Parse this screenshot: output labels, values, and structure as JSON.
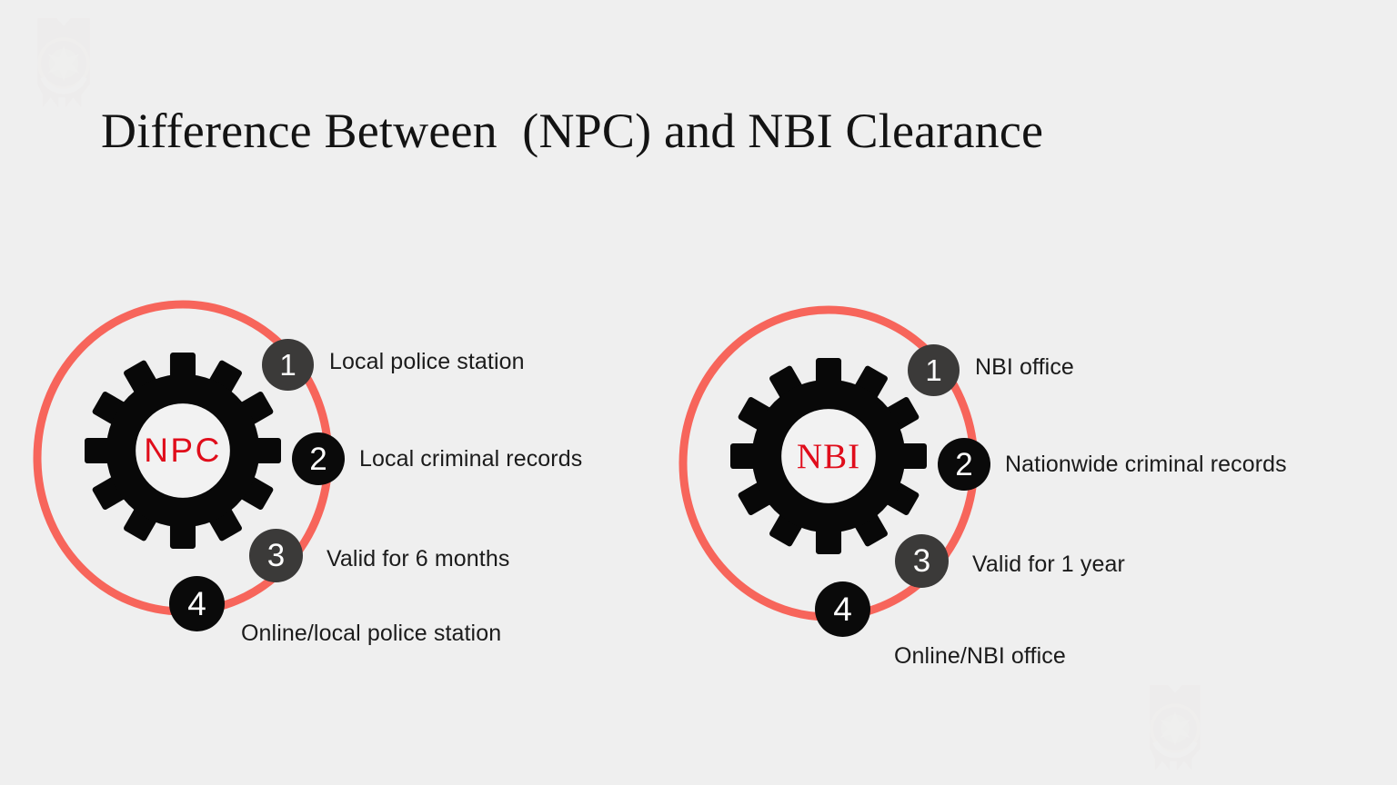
{
  "slide": {
    "title": "Difference Between  (NPC) and NBI Clearance",
    "background_color": "#efefef",
    "accent_color": "#f7655b",
    "brand_red": "#e00d1b",
    "badge_gray": "#3b3a39",
    "badge_black": "#0a0a0a",
    "text_color": "#1b1b1b"
  },
  "watermarks": {
    "top_left": "police-seal-watermark",
    "bottom_right": "police-seal-watermark"
  },
  "diagrams": [
    {
      "id": "npc",
      "center_label": "NPC",
      "center_label_color": "#e00d1b",
      "ring_color": "#f7655b",
      "icon": "gear-icon",
      "items": [
        {
          "number": "1",
          "label": "Local police station",
          "badge_color": "#3b3a39"
        },
        {
          "number": "2",
          "label": "Local criminal records",
          "badge_color": "#0a0a0a"
        },
        {
          "number": "3",
          "label": "Valid for 6 months",
          "badge_color": "#3b3a39"
        },
        {
          "number": "4",
          "label": "Online/local police station",
          "badge_color": "#0a0a0a"
        }
      ]
    },
    {
      "id": "nbi",
      "center_label": "NBI",
      "center_label_color": "#e00d1b",
      "ring_color": "#f7655b",
      "icon": "gear-icon",
      "items": [
        {
          "number": "1",
          "label": "NBI office",
          "badge_color": "#3b3a39"
        },
        {
          "number": "2",
          "label": "Nationwide criminal records",
          "badge_color": "#0a0a0a"
        },
        {
          "number": "3",
          "label": "Valid for 1 year",
          "badge_color": "#3b3a39"
        },
        {
          "number": "4",
          "label": "Online/NBI office",
          "badge_color": "#0a0a0a"
        }
      ]
    }
  ]
}
